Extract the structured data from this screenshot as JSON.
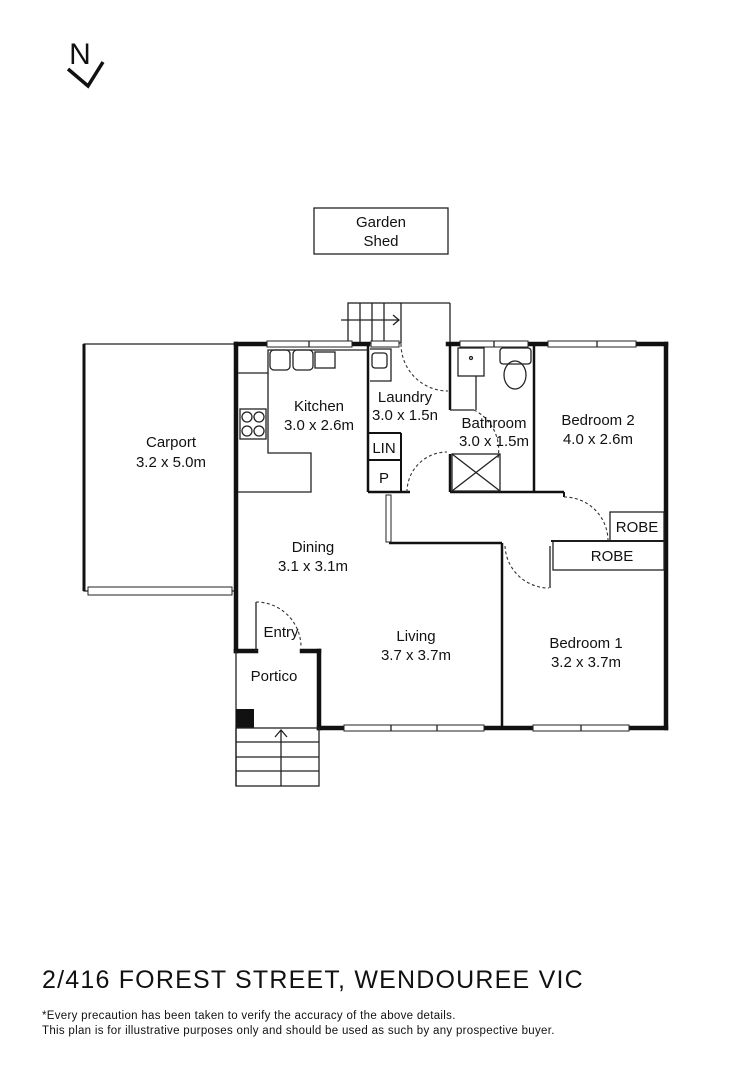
{
  "compass": {
    "label": "N",
    "icon": "north-arrow-icon"
  },
  "rooms": {
    "garden_shed": {
      "name_line1": "Garden",
      "name_line2": "Shed"
    },
    "carport": {
      "name": "Carport",
      "size": "3.2 x 5.0m"
    },
    "kitchen": {
      "name": "Kitchen",
      "size": "3.0 x 2.6m"
    },
    "laundry": {
      "name": "Laundry",
      "size": "3.0 x 1.5n"
    },
    "bathroom": {
      "name": "Bathroom",
      "size": "3.0 x 1.5m"
    },
    "bedroom2": {
      "name": "Bedroom 2",
      "size": "4.0 x 2.6m"
    },
    "linen": {
      "name": "LIN"
    },
    "pantry": {
      "name": "P"
    },
    "robe_upper": {
      "name": "ROBE"
    },
    "robe_lower": {
      "name": "ROBE"
    },
    "dining": {
      "name": "Dining",
      "size": "3.1 x 3.1m"
    },
    "entry": {
      "name": "Entry"
    },
    "living": {
      "name": "Living",
      "size": "3.7 x 3.7m"
    },
    "portico": {
      "name": "Portico"
    },
    "bedroom1": {
      "name": "Bedroom 1",
      "size": "3.2 x 3.7m"
    }
  },
  "footer": {
    "address": "2/416 FOREST STREET, WENDOUREE VIC",
    "disclaimer_line1": "*Every precaution has been taken to verify the accuracy of the above details.",
    "disclaimer_line2": "This plan is for illustrative purposes only and should be used as such by any prospective buyer."
  },
  "colors": {
    "ink": "#111111",
    "background": "#ffffff"
  }
}
